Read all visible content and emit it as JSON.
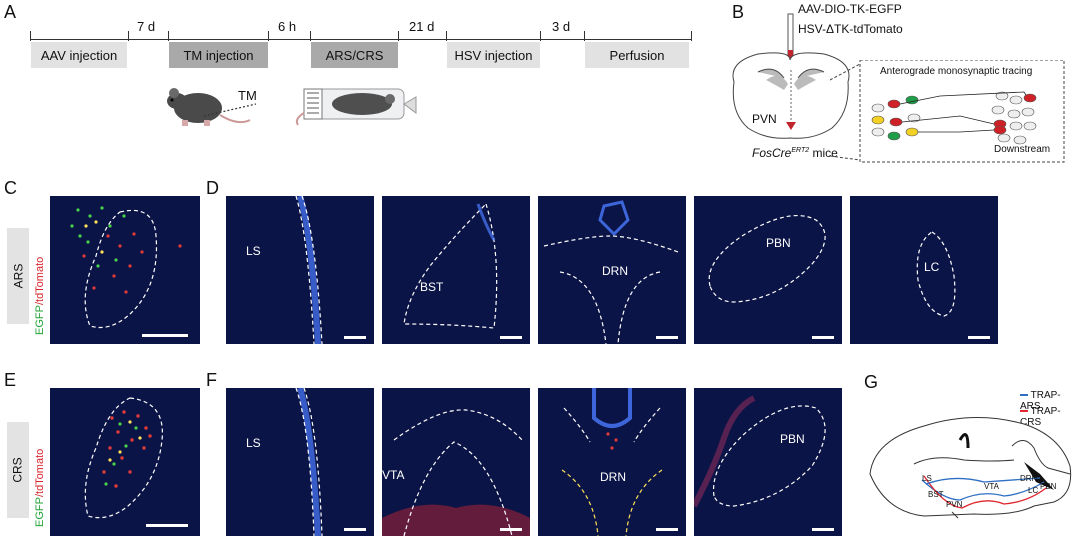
{
  "panels": {
    "A": "A",
    "B": "B",
    "C": "C",
    "D": "D",
    "E": "E",
    "F": "F",
    "G": "G"
  },
  "timeline": {
    "steps": [
      "AAV injection",
      "TM injection",
      "ARS/CRS",
      "HSV injection",
      "Perfusion"
    ],
    "intervals": [
      "7 d",
      "6 h",
      "21 d",
      "3 d"
    ],
    "tm_label": "TM"
  },
  "panel_b": {
    "virus1": "AAV-DIO-TK-EGFP",
    "virus2": "HSV-ΔTK-tdTomato",
    "pvn": "PVN",
    "mice": "FosCre",
    "mice_sup": "ERT2",
    "mice_suffix": " mice",
    "tracing_title": "Anterograde monosynaptic tracing",
    "downstream": "Downstream"
  },
  "rows": {
    "ars": {
      "tag": "ARS",
      "ch1": "EGFP",
      "ch2": "/tdTomato"
    },
    "crs": {
      "tag": "CRS",
      "ch1": "EGFP",
      "ch2": "/tdTomato"
    }
  },
  "regions_d": [
    "LS",
    "BST",
    "DRN",
    "PBN",
    "LC"
  ],
  "regions_f": [
    "LS",
    "VTA",
    "DRN",
    "PBN"
  ],
  "panel_g": {
    "legend_ars": "TRAP-ARS",
    "legend_crs": "TRAP-CRS",
    "ars_color": "#2f6fc4",
    "crs_color": "#e0262e",
    "labels": [
      "LS",
      "BST",
      "PVN",
      "VTA",
      "DRN",
      "LC",
      "PBN"
    ]
  },
  "colors": {
    "egfp": "#21a336",
    "tdtomato": "#d8262c",
    "tissue": "#0b1446"
  }
}
